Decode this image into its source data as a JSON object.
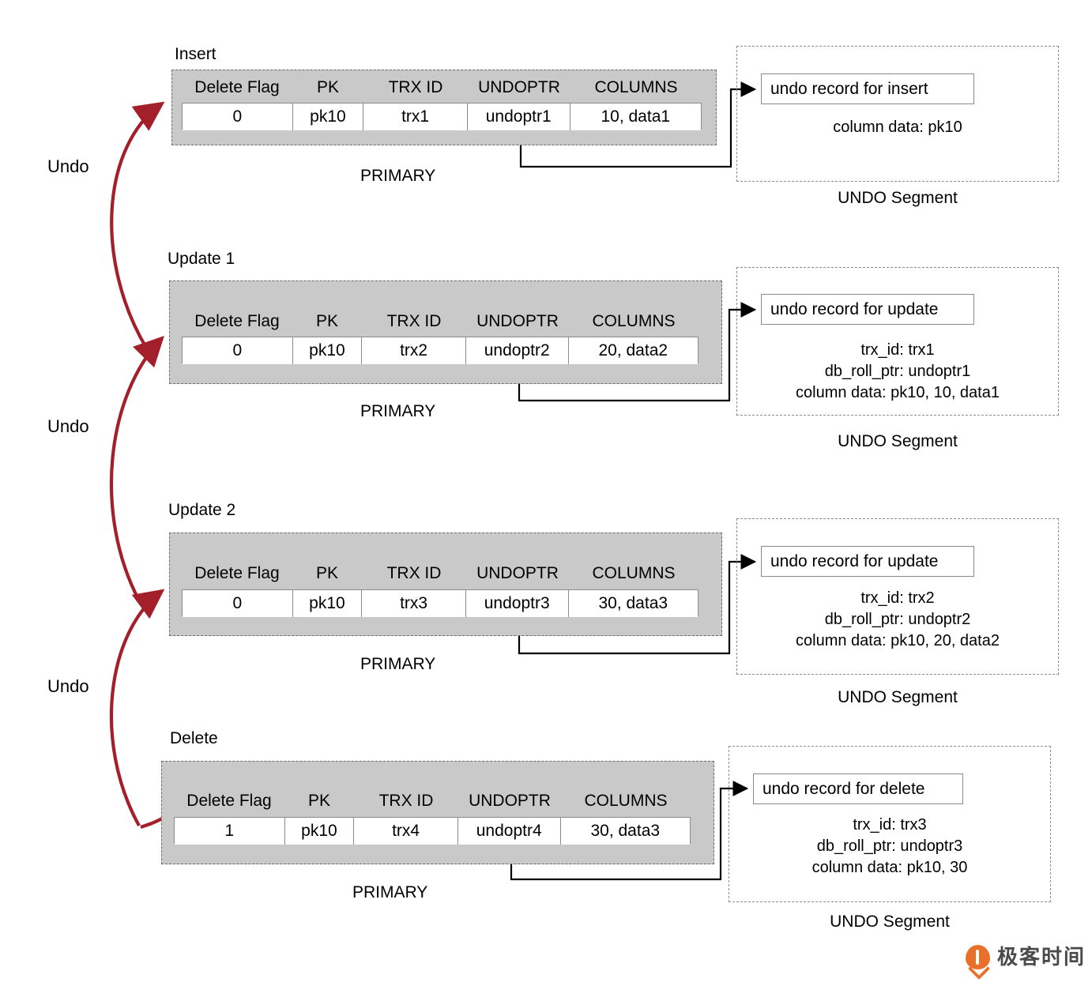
{
  "diagram": {
    "title": "InnoDB undo log chain for insert / update / delete",
    "colors": {
      "record_fill": "#c9c9c9",
      "record_border": "#6e6e6e",
      "cell_border": "#8a8a8a",
      "undo_arrow": "#a31f2a",
      "connector": "#000000",
      "logo_orange": "#e8702a"
    },
    "column_headers": [
      "Delete Flag",
      "PK",
      "TRX  ID",
      "UNDOPTR",
      "COLUMNS"
    ],
    "primary_label": "PRIMARY",
    "segment_label": "UNDO Segment",
    "undo_arrow_label": "Undo"
  },
  "undo_labels": [
    {
      "text": "Undo"
    },
    {
      "text": "Undo"
    },
    {
      "text": "Undo"
    }
  ],
  "blocks": [
    {
      "name": "insert",
      "title": "Insert",
      "headers": [
        "Delete Flag",
        "PK",
        "TRX  ID",
        "UNDOPTR",
        "COLUMNS"
      ],
      "values": [
        "0",
        "pk10",
        "trx1",
        "undoptr1",
        "10,  data1"
      ],
      "primary": "PRIMARY",
      "undo": {
        "record_title": "undo record for insert",
        "fields": [
          "column data: pk10"
        ],
        "segment_label": "UNDO Segment"
      }
    },
    {
      "name": "update-1",
      "title": "Update 1",
      "headers": [
        "Delete Flag",
        "PK",
        "TRX  ID",
        "UNDOPTR",
        "COLUMNS"
      ],
      "values": [
        "0",
        "pk10",
        "trx2",
        "undoptr2",
        "20,  data2"
      ],
      "primary": "PRIMARY",
      "undo": {
        "record_title": "undo record for update",
        "fields": [
          "trx_id: trx1",
          "db_roll_ptr: undoptr1",
          "column data: pk10, 10, data1"
        ],
        "segment_label": "UNDO Segment"
      }
    },
    {
      "name": "update-2",
      "title": "Update 2",
      "headers": [
        "Delete Flag",
        "PK",
        "TRX  ID",
        "UNDOPTR",
        "COLUMNS"
      ],
      "values": [
        "0",
        "pk10",
        "trx3",
        "undoptr3",
        "30,  data3"
      ],
      "primary": "PRIMARY",
      "undo": {
        "record_title": "undo record for update",
        "fields": [
          "trx_id: trx2",
          "db_roll_ptr: undoptr2",
          "column data: pk10, 20, data2"
        ],
        "segment_label": "UNDO Segment"
      }
    },
    {
      "name": "delete",
      "title": "Delete",
      "headers": [
        "Delete Flag",
        "PK",
        "TRX  ID",
        "UNDOPTR",
        "COLUMNS"
      ],
      "values": [
        "1",
        "pk10",
        "trx4",
        "undoptr4",
        "30,  data3"
      ],
      "primary": "PRIMARY",
      "undo": {
        "record_title": "undo record for delete",
        "fields": [
          "trx_id: trx3",
          "db_roll_ptr: undoptr3",
          "column data: pk10, 30"
        ],
        "segment_label": "UNDO Segment"
      }
    }
  ],
  "watermark": {
    "text": "极客时间"
  }
}
